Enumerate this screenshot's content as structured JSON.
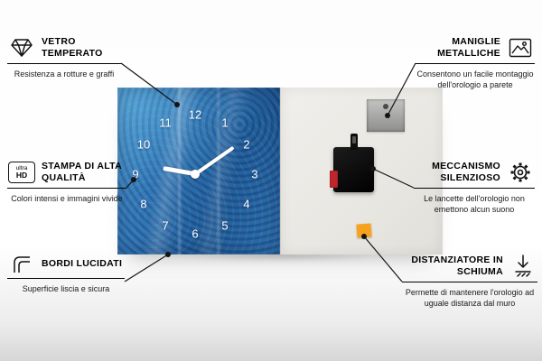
{
  "product": {
    "clock_numbers": [
      "1",
      "2",
      "3",
      "4",
      "5",
      "6",
      "7",
      "8",
      "9",
      "10",
      "11",
      "12"
    ],
    "front_pattern_color": "#2e6fb2",
    "foam_color": "#f6a21c",
    "back_color": "#e8e7e2"
  },
  "callouts": [
    {
      "side": "left",
      "icon": "diamond-icon",
      "title": "VETRO TEMPERATO",
      "subtitle": "Resistenza a rotture e graffi"
    },
    {
      "side": "left",
      "icon": "ultra-hd-icon",
      "icon_label_top": "ultra",
      "icon_label_bottom": "HD",
      "title": "STAMPA DI ALTA QUALITÀ",
      "subtitle": "Colori intensi e immagini vivide"
    },
    {
      "side": "left",
      "icon": "rounded-corner-icon",
      "title": "BORDI LUCIDATI",
      "subtitle": "Superficie liscia e sicura"
    },
    {
      "side": "right",
      "icon": "picture-frame-icon",
      "title": "MANIGLIE METALLICHE",
      "subtitle": "Consentono un facile montaggio dell'orologio a parete"
    },
    {
      "side": "right",
      "icon": "gear-icon",
      "title": "MECCANISMO SILENZIOSO",
      "subtitle": "Le lancette dell'orologio non emettono alcun suono"
    },
    {
      "side": "right",
      "icon": "down-arrow-icon",
      "title": "DISTANZIATORE IN SCHIUMA",
      "subtitle": "Permette di mantenere l'orologio ad uguale distanza dal muro"
    }
  ]
}
